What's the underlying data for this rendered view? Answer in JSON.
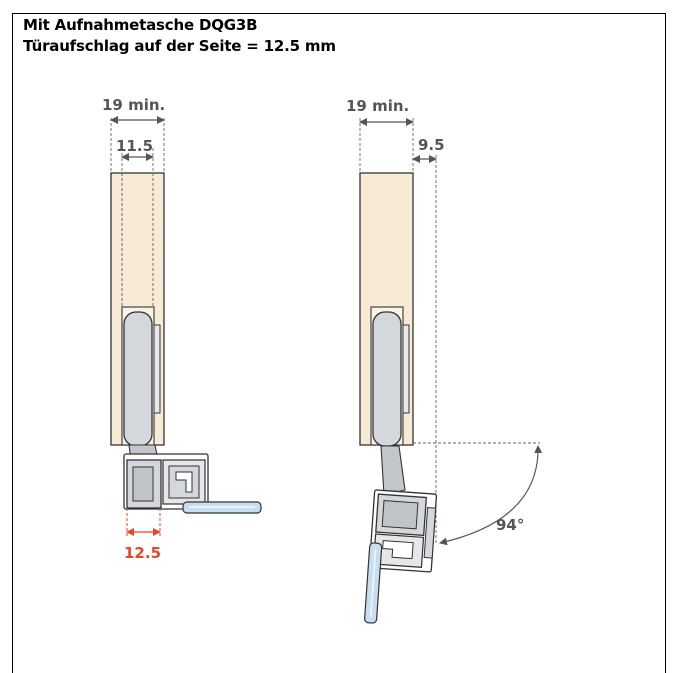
{
  "header": {
    "line1": "Mit Aufnahmetasche DQG3B",
    "line2": "Türaufschlag auf der Seite = 12.5 mm"
  },
  "left_view": {
    "dim_total": "19 min.",
    "dim_inner": "11.5",
    "dim_overlap": "12.5"
  },
  "right_view": {
    "dim_total": "19 min.",
    "dim_offset": "9.5",
    "angle": "94°"
  },
  "colors": {
    "wood": "#f8ebd6",
    "metal": "#d4d7db",
    "metal_dark": "#8a8f94",
    "glass": "#c6deef",
    "dimension": "#555555",
    "highlight": "#e8452a"
  }
}
